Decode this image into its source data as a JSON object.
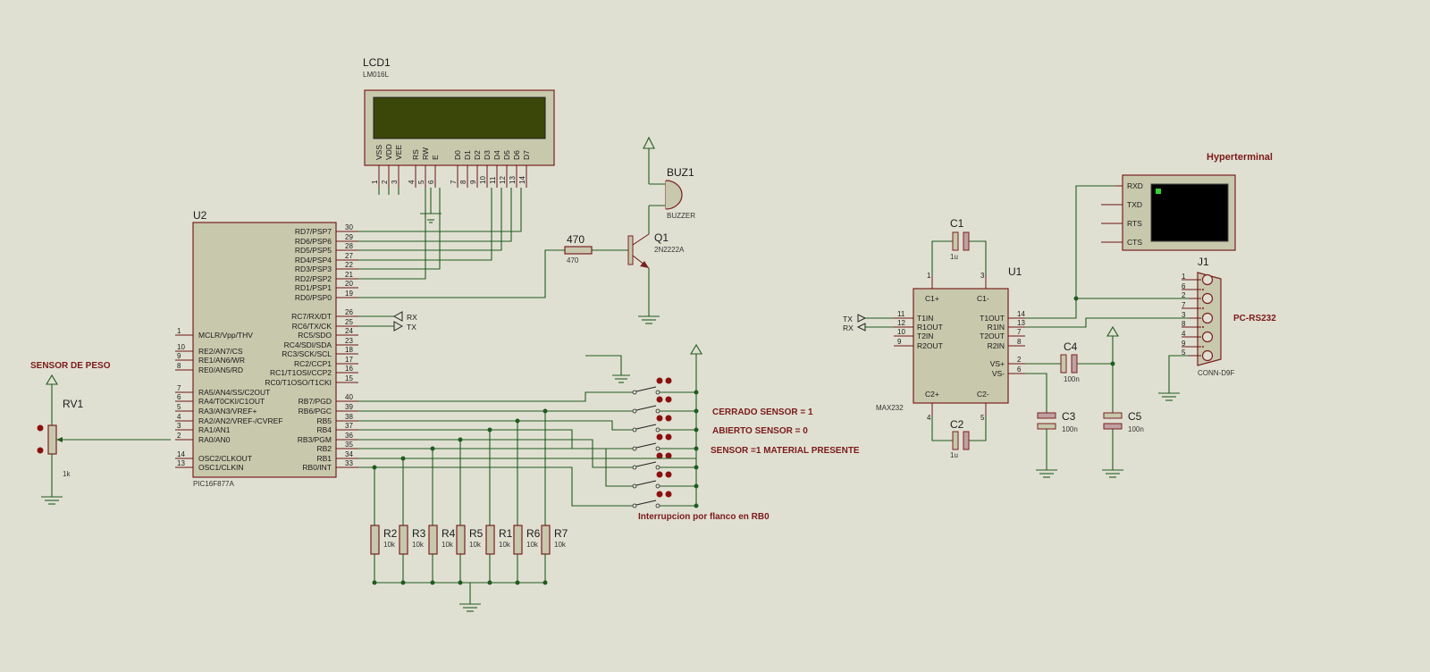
{
  "lcd": {
    "ref": "LCD1",
    "part": "LM016L",
    "pins": [
      {
        "name": "VSS",
        "num": "1"
      },
      {
        "name": "VDD",
        "num": "2"
      },
      {
        "name": "VEE",
        "num": "3"
      },
      {
        "name": "RS",
        "num": "4"
      },
      {
        "name": "RW",
        "num": "5"
      },
      {
        "name": "E",
        "num": "6"
      },
      {
        "name": "D0",
        "num": "7"
      },
      {
        "name": "D1",
        "num": "8"
      },
      {
        "name": "D2",
        "num": "9"
      },
      {
        "name": "D3",
        "num": "10"
      },
      {
        "name": "D4",
        "num": "11"
      },
      {
        "name": "D5",
        "num": "12"
      },
      {
        "name": "D6",
        "num": "13"
      },
      {
        "name": "D7",
        "num": "14"
      }
    ]
  },
  "mcu": {
    "ref": "U2",
    "part": "PIC16F877A",
    "left_pins": [
      {
        "name": "MCLR/Vpp/THV",
        "num": "1"
      },
      {
        "name": "RE2/AN7/CS",
        "num": "10"
      },
      {
        "name": "RE1/AN6/WR",
        "num": "9"
      },
      {
        "name": "RE0/AN5/RD",
        "num": "8"
      },
      {
        "name": "RA5/AN4/SS/C2OUT",
        "num": "7"
      },
      {
        "name": "RA4/T0CKI/C1OUT",
        "num": "6"
      },
      {
        "name": "RA3/AN3/VREF+",
        "num": "5"
      },
      {
        "name": "RA2/AN2/VREF-/CVREF",
        "num": "4"
      },
      {
        "name": "RA1/AN1",
        "num": "3"
      },
      {
        "name": "RA0/AN0",
        "num": "2"
      },
      {
        "name": "OSC2/CLKOUT",
        "num": "14"
      },
      {
        "name": "OSC1/CLKIN",
        "num": "13"
      }
    ],
    "right_pins": [
      {
        "name": "RD7/PSP7",
        "num": "30"
      },
      {
        "name": "RD6/PSP6",
        "num": "29"
      },
      {
        "name": "RD5/PSP5",
        "num": "28"
      },
      {
        "name": "RD4/PSP4",
        "num": "27"
      },
      {
        "name": "RD3/PSP3",
        "num": "22"
      },
      {
        "name": "RD2/PSP2",
        "num": "21"
      },
      {
        "name": "RD1/PSP1",
        "num": "20"
      },
      {
        "name": "RD0/PSP0",
        "num": "19"
      },
      {
        "name": "RC7/RX/DT",
        "num": "26"
      },
      {
        "name": "RC6/TX/CK",
        "num": "25"
      },
      {
        "name": "RC5/SDO",
        "num": "24"
      },
      {
        "name": "RC4/SDI/SDA",
        "num": "23"
      },
      {
        "name": "RC3/SCK/SCL",
        "num": "18"
      },
      {
        "name": "RC2/CCP1",
        "num": "17"
      },
      {
        "name": "RC1/T1OSI/CCP2",
        "num": "16"
      },
      {
        "name": "RC0/T1OSO/T1CKI",
        "num": "15"
      },
      {
        "name": "RB7/PGD",
        "num": "40"
      },
      {
        "name": "RB6/PGC",
        "num": "39"
      },
      {
        "name": "RB5",
        "num": "38"
      },
      {
        "name": "RB4",
        "num": "37"
      },
      {
        "name": "RB3/PGM",
        "num": "36"
      },
      {
        "name": "RB2",
        "num": "35"
      },
      {
        "name": "RB1",
        "num": "34"
      },
      {
        "name": "RB0/INT",
        "num": "33"
      }
    ]
  },
  "uart_labels": {
    "rx": "RX",
    "tx": "TX"
  },
  "buzzer": {
    "ref": "BUZ1",
    "part": "BUZZER"
  },
  "transistor": {
    "ref": "Q1",
    "part": "2N2222A"
  },
  "base_resistor": {
    "ref": "470",
    "value": "470"
  },
  "pot": {
    "ref": "RV1",
    "value": "1k",
    "title": "SENSOR DE PESO"
  },
  "pulldowns": [
    {
      "ref": "R2",
      "value": "10k"
    },
    {
      "ref": "R3",
      "value": "10k"
    },
    {
      "ref": "R4",
      "value": "10k"
    },
    {
      "ref": "R5",
      "value": "10k"
    },
    {
      "ref": "R1",
      "value": "10k"
    },
    {
      "ref": "R6",
      "value": "10k"
    },
    {
      "ref": "R7",
      "value": "10k"
    }
  ],
  "notes": {
    "closed": "CERRADO SENSOR = 1",
    "open": "ABIERTO  SENSOR = 0",
    "present": "SENSOR =1    MATERIAL PRESENTE",
    "interrupt": "Interrupcion por flanco en RB0"
  },
  "max232": {
    "ref": "U1",
    "part": "MAX232",
    "pins_top": [
      {
        "name": "C1+",
        "num": "1"
      },
      {
        "name": "C1-",
        "num": "3"
      }
    ],
    "pins_bottom": [
      {
        "name": "C2+",
        "num": "4"
      },
      {
        "name": "C2-",
        "num": "5"
      }
    ],
    "left_pins": [
      {
        "name": "T1IN",
        "num": "11"
      },
      {
        "name": "R1OUT",
        "num": "12"
      },
      {
        "name": "T2IN",
        "num": "10"
      },
      {
        "name": "R2OUT",
        "num": "9"
      }
    ],
    "right_pins": [
      {
        "name": "T1OUT",
        "num": "14"
      },
      {
        "name": "R1IN",
        "num": "13"
      },
      {
        "name": "T2OUT",
        "num": "7"
      },
      {
        "name": "R2IN",
        "num": "8"
      },
      {
        "name": "VS+",
        "num": "2"
      },
      {
        "name": "VS-",
        "num": "6"
      }
    ],
    "net_tx": "TX",
    "net_rx": "RX"
  },
  "caps": [
    {
      "ref": "C1",
      "value": "1u"
    },
    {
      "ref": "C2",
      "value": "1u"
    },
    {
      "ref": "C3",
      "value": "100n"
    },
    {
      "ref": "C4",
      "value": "100n"
    },
    {
      "ref": "C5",
      "value": "100n"
    }
  ],
  "terminal": {
    "title": "Hyperterminal",
    "pins": [
      "RXD",
      "TXD",
      "RTS",
      "CTS"
    ]
  },
  "connector": {
    "ref": "J1",
    "part": "CONN-D9F",
    "title": "PC-RS232",
    "pins": [
      "1",
      "6",
      "2",
      "7",
      "3",
      "8",
      "4",
      "9",
      "5"
    ]
  },
  "colors": {
    "wire": "#1f5c1f",
    "body": "#c8c8ad",
    "outline": "#7a2020",
    "note": "#7a1a1a",
    "background": "#e0e0d2"
  }
}
